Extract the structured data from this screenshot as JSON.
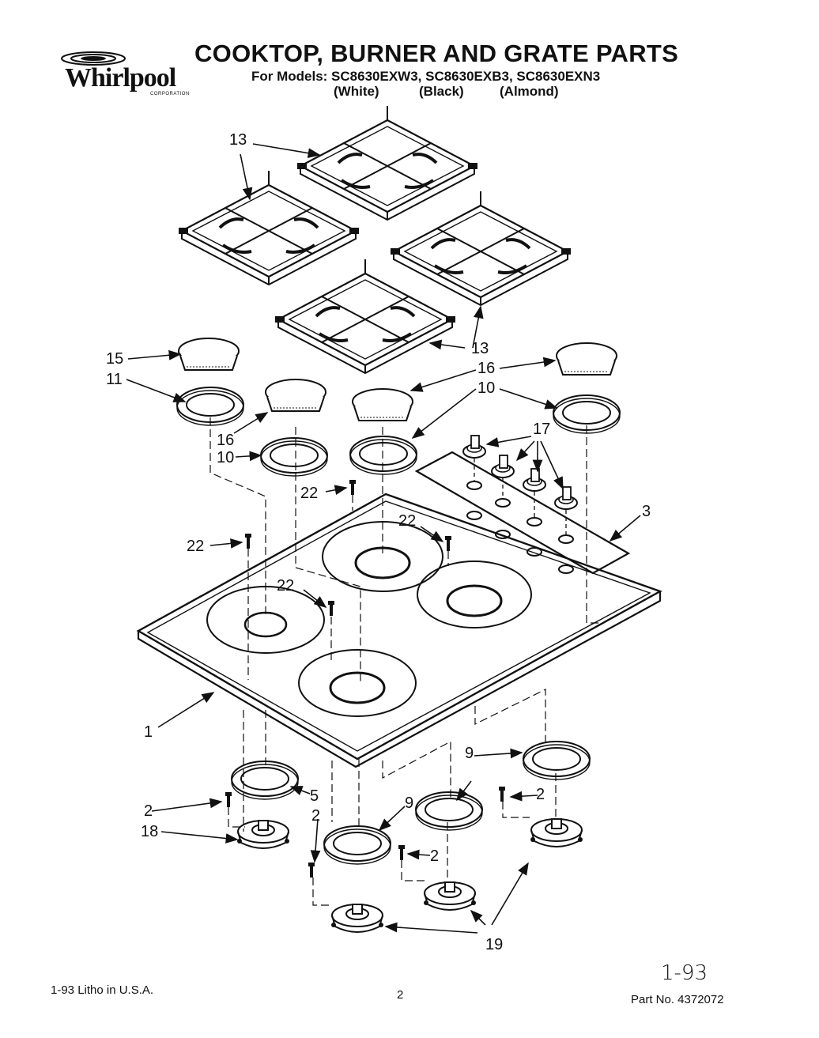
{
  "header": {
    "brand": "Whirlpool",
    "brand_sub": "CORPORATION",
    "title": "COOKTOP, BURNER AND GRATE PARTS",
    "models_line": "For Models: SC8630EXW3, SC8630EXB3, SC8630EXN3",
    "colors": [
      "(White)",
      "(Black)",
      "(Almond)"
    ]
  },
  "callouts": [
    "1",
    "2",
    "3",
    "5",
    "9",
    "10",
    "11",
    "13",
    "15",
    "16",
    "17",
    "18",
    "19",
    "22"
  ],
  "footer": {
    "litho": "1-93 Litho in U.S.A.",
    "page": "2",
    "handwritten": "1-93",
    "part_no": "Part No. 4372072"
  }
}
